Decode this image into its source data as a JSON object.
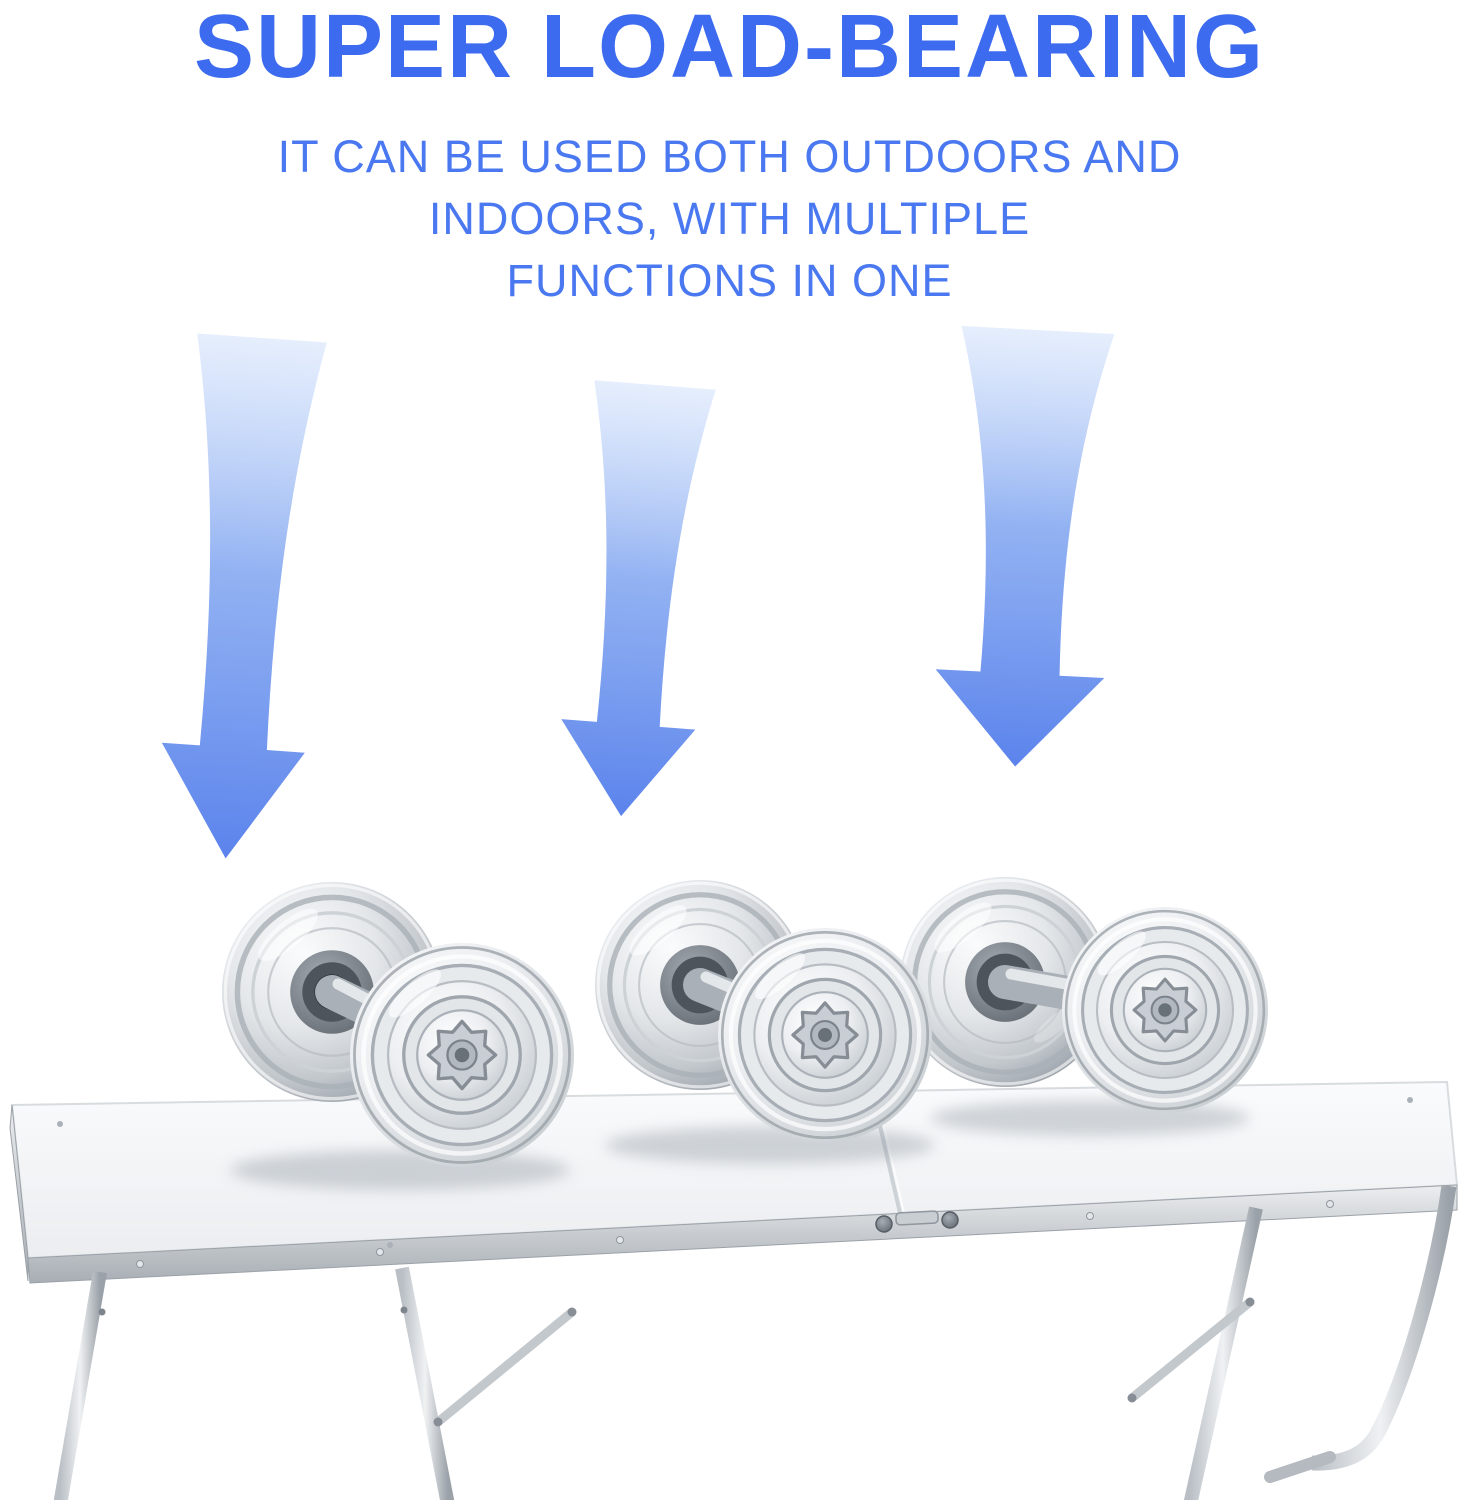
{
  "meta": {
    "background_color": "#ffffff",
    "title_color": "#3c6bf0",
    "subtitle_color": "#4a78f0",
    "arrow_color_top": "#aac6f7",
    "arrow_color_bottom": "#5b83ec"
  },
  "header": {
    "title": "SUPER LOAD-BEARING",
    "subtitle_line1": "IT CAN BE USED BOTH OUTDOORS AND",
    "subtitle_line2": "INDOORS, WITH MULTIPLE",
    "subtitle_line3": "FUNCTIONS IN ONE"
  },
  "scene": {
    "arrow_icon": "down-arrow-icon",
    "arrow_count": 3,
    "objects": [
      "dumbbell",
      "dumbbell",
      "dumbbell",
      "folding-table"
    ]
  }
}
